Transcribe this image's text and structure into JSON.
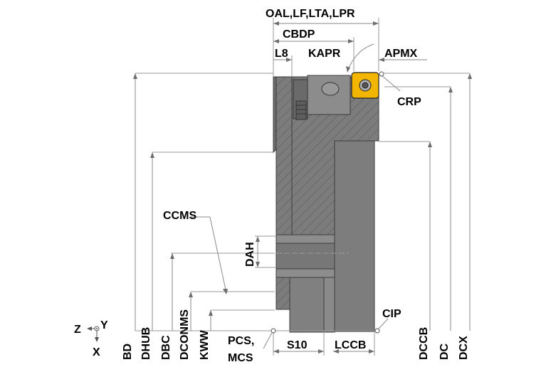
{
  "labels": {
    "oal": "OAL,LF,LTA,LPR",
    "cbdp": "CBDP",
    "l8": "L8",
    "kapr": "KAPR",
    "apmx": "APMX",
    "crp": "CRP",
    "ccms": "CCMS",
    "dah": "DAH",
    "cip": "CIP",
    "pcs": "PCS,",
    "mcs": "MCS",
    "s10": "S10",
    "lccb": "LCCB",
    "bd": "BD",
    "dhub": "DHUB",
    "dbc": "DBC",
    "dconms": "DCONMS",
    "kww": "KWW",
    "dccb": "DCCB",
    "dc": "DC",
    "dcx": "DCX",
    "axis_z": "Z",
    "axis_y": "Y",
    "axis_x": "X"
  },
  "colors": {
    "body": "#7f7f7f",
    "body_dark": "#5a5a5a",
    "insert": "#f2b600",
    "dimension": "#8a8a8a"
  },
  "icons": {
    "insert": "square-indexable-insert-icon",
    "coordinate": "coordinate-axes-icon"
  }
}
